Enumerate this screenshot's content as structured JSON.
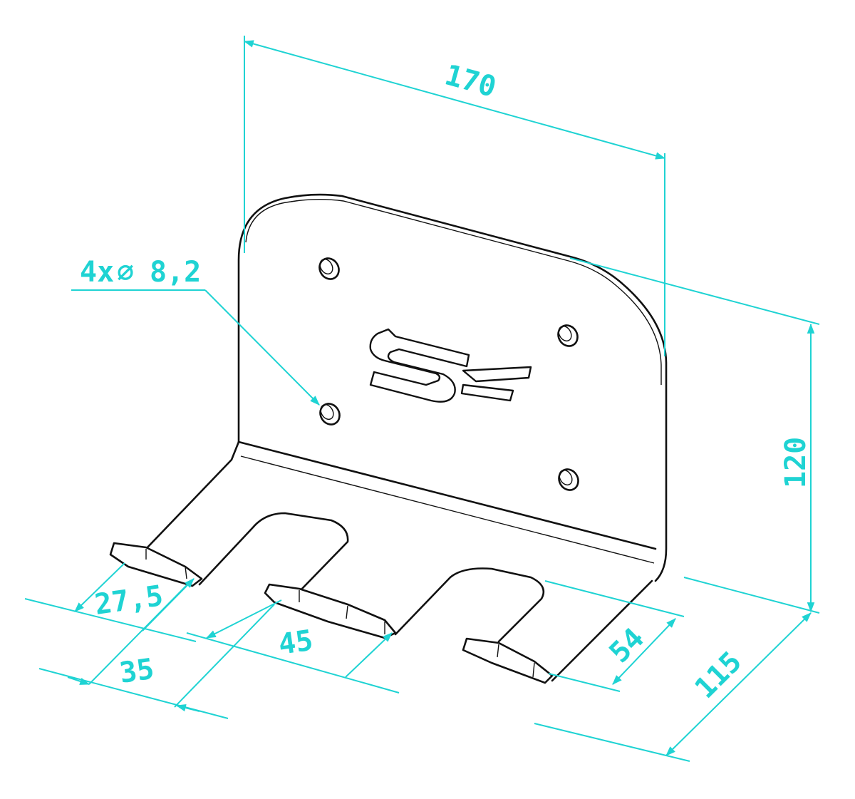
{
  "colors": {
    "dimension": "#1fd3d3",
    "outline": "#111111"
  },
  "callout": {
    "count": "4x",
    "symbol": "⌀",
    "value": "8,2"
  },
  "dimensions": {
    "width_top": "170",
    "height": "120",
    "depth": "115",
    "slot_depth": "54",
    "prong_width": "27,5",
    "slot_width": "45",
    "prong_gap": "35"
  },
  "logo": {
    "label": "SF"
  }
}
